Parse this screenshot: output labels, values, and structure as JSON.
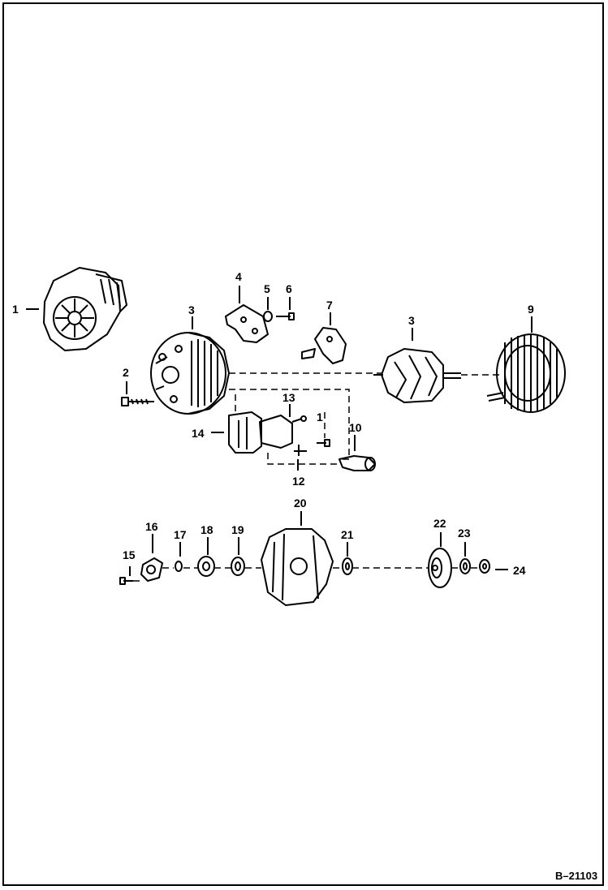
{
  "figure": {
    "reference": "B–21103",
    "callouts": [
      "1",
      "2",
      "3",
      "4",
      "5",
      "6",
      "7",
      "3",
      "9",
      "14",
      "13",
      "1",
      "10",
      "12",
      "15",
      "16",
      "17",
      "18",
      "19",
      "20",
      "21",
      "22",
      "23",
      "24"
    ]
  },
  "colors": {
    "line": "#000000",
    "background": "#ffffff"
  }
}
